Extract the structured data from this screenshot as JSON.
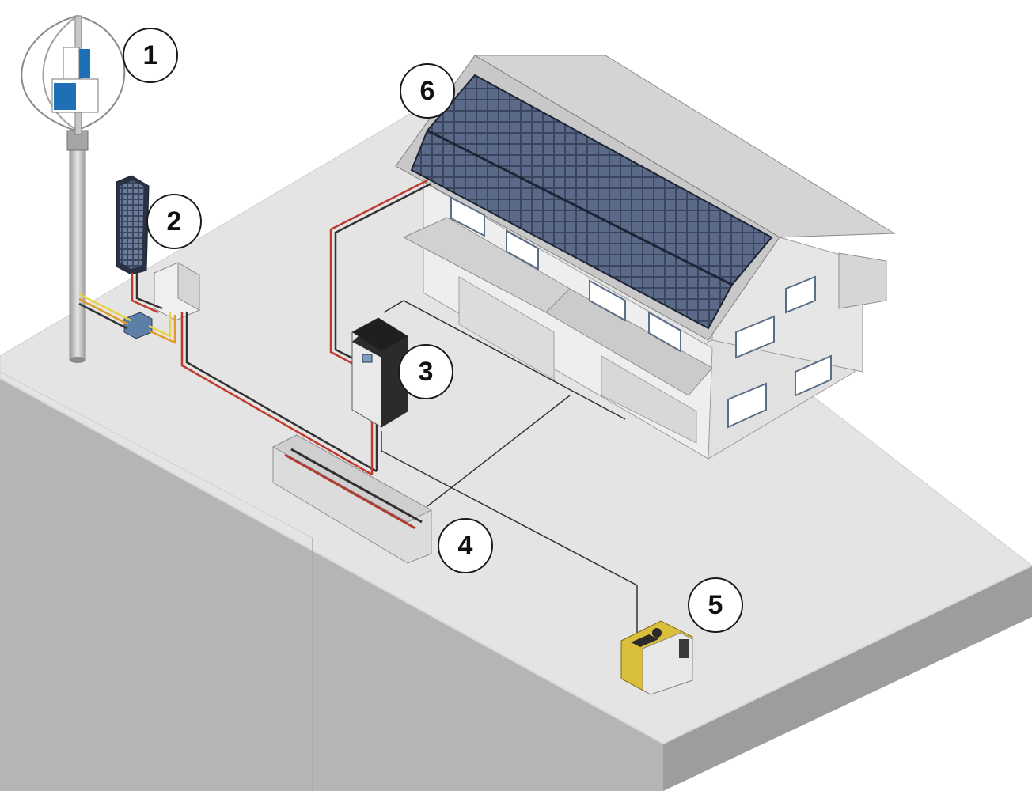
{
  "callouts": [
    {
      "id": "wind-turbine",
      "label": "1"
    },
    {
      "id": "charge-controller",
      "label": "2"
    },
    {
      "id": "inverter",
      "label": "3"
    },
    {
      "id": "battery-bank",
      "label": "4"
    },
    {
      "id": "generator",
      "label": "5"
    },
    {
      "id": "solar-array",
      "label": "6"
    }
  ],
  "colors": {
    "ground_top": "#e4e4e4",
    "ground_side_left": "#bdbdbd",
    "ground_side_right": "#9a9a9a",
    "wall": "#ececec",
    "roof": "#d3d3d3",
    "panel": "#2f3a52",
    "turbine_blade": "#1e6fb5",
    "generator_body": "#d9bf3a",
    "wire_red": "#c0392b",
    "wire_orange": "#e39a2c",
    "wire_yellow": "#e8d44a",
    "wire_dark": "#333333"
  }
}
